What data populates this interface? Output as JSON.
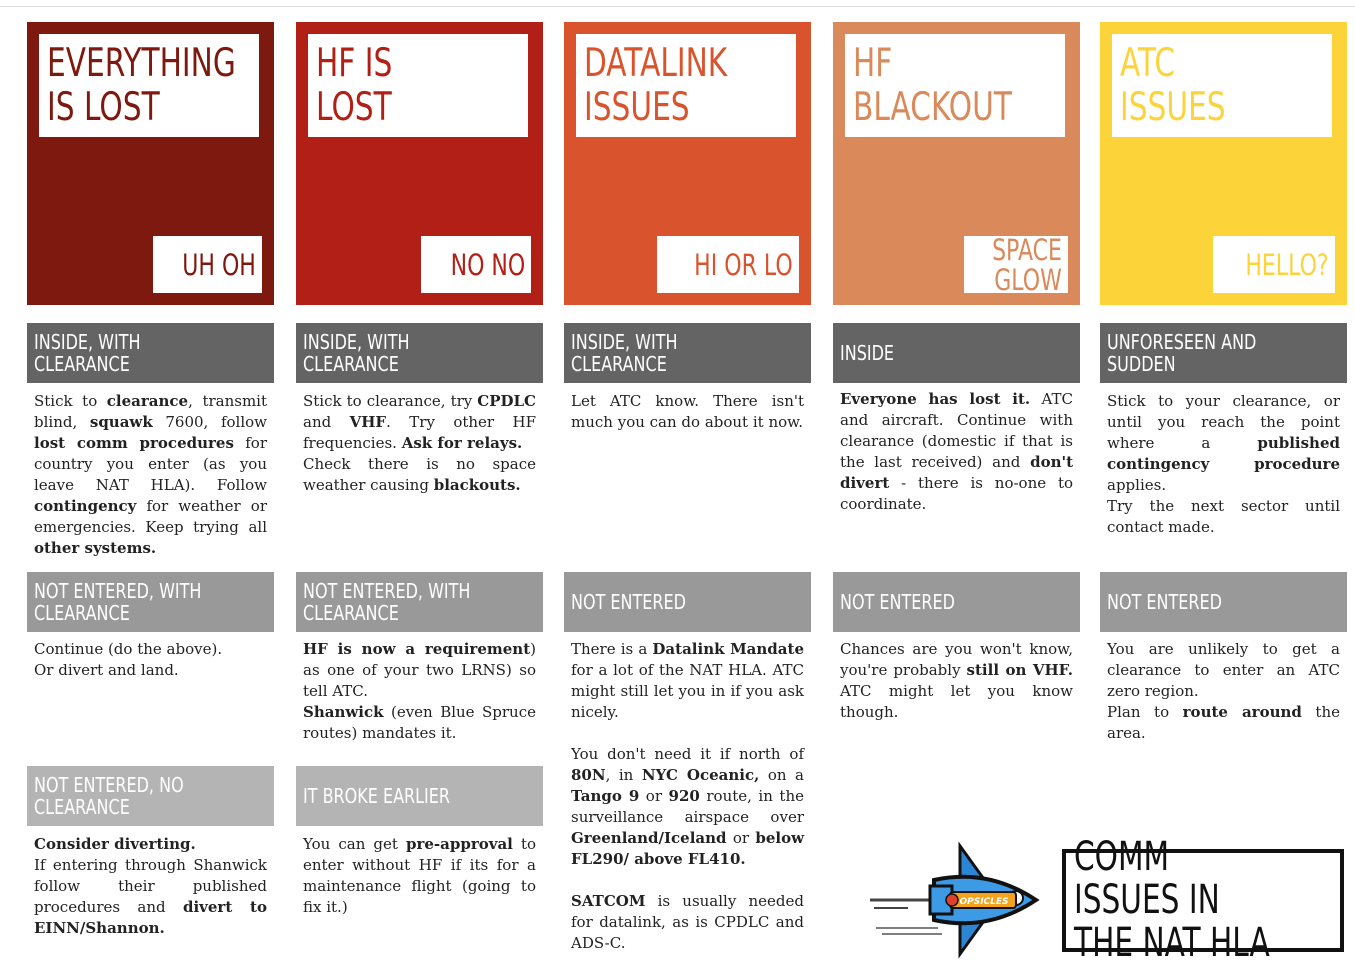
{
  "colors": {
    "everything_lost": "#7e1910",
    "hf_lost": "#b21f17",
    "datalink": "#d9532c",
    "hf_blackout": "#d9895a",
    "atc_issues": "#fdd33a",
    "bar_dark": "#646464",
    "bar_mid": "#999999",
    "bar_light": "#b4b4b4"
  },
  "columns": [
    {
      "title": "EVERYTHING\nIS LOST",
      "tag": "UH OH",
      "section1": {
        "heading": "INSIDE, WITH CLEARANCE",
        "runs": [
          {
            "t": "Stick to ",
            "b": false
          },
          {
            "t": "clearance",
            "b": true
          },
          {
            "t": ", transmit blind, ",
            "b": false
          },
          {
            "t": "squawk",
            "b": true
          },
          {
            "t": " 7600, follow ",
            "b": false
          },
          {
            "t": "lost comm procedures",
            "b": true
          },
          {
            "t": " for country you enter (as you leave NAT HLA). Follow ",
            "b": false
          },
          {
            "t": "contingency",
            "b": true
          },
          {
            "t": " for weather or emergencies. Keep trying all ",
            "b": false
          },
          {
            "t": "other systems.",
            "b": true
          }
        ]
      },
      "section2": {
        "heading": "NOT ENTERED, WITH\nCLEARANCE",
        "runs": [
          {
            "t": "Continue (do the above).",
            "b": false,
            "br": true
          },
          {
            "t": "Or divert and land.",
            "b": false
          }
        ]
      },
      "section3": {
        "heading": "NOT ENTERED, NO\nCLEARANCE",
        "runs": [
          {
            "t": "Consider diverting.",
            "b": true,
            "br": true
          },
          {
            "t": "If entering through Shanwick follow their published procedures and ",
            "b": false
          },
          {
            "t": "divert to EINN/Shannon.",
            "b": true
          }
        ]
      }
    },
    {
      "title": "HF IS LOST",
      "tag": "NO NO",
      "section1": {
        "heading": "INSIDE, WITH CLEARANCE",
        "runs": [
          {
            "t": "Stick to clearance, try ",
            "b": false
          },
          {
            "t": "CPDLC",
            "b": true
          },
          {
            "t": " and ",
            "b": false
          },
          {
            "t": "VHF",
            "b": true
          },
          {
            "t": ". Try other HF frequencies. ",
            "b": false
          },
          {
            "t": "Ask for relays.",
            "b": true,
            "br": true
          },
          {
            "t": "Check there is no space weather causing ",
            "b": false
          },
          {
            "t": "blackouts.",
            "b": true
          }
        ]
      },
      "section2": {
        "heading": "NOT ENTERED, WITH\nCLEARANCE",
        "runs": [
          {
            "t": "HF is now a requirement",
            "b": true
          },
          {
            "t": ") as one of your two LRNS) so tell ATC.",
            "b": false,
            "br": true
          },
          {
            "t": "Shanwick",
            "b": true
          },
          {
            "t": " (even Blue Spruce routes) mandates it.",
            "b": false
          }
        ]
      },
      "section3": {
        "heading": "IT BROKE EARLIER",
        "runs": [
          {
            "t": "You can get ",
            "b": false
          },
          {
            "t": "pre-approval",
            "b": true
          },
          {
            "t": " to enter without HF if its for a maintenance flight (going to fix it.)",
            "b": false
          }
        ]
      }
    },
    {
      "title": "DATALINK\nISSUES",
      "tag": "HI OR LO",
      "section1": {
        "heading": "INSIDE, WITH CLEARANCE",
        "runs": [
          {
            "t": "Let ATC know. There isn't much you can do about it now.",
            "b": false
          }
        ]
      },
      "section2": {
        "heading": "NOT ENTERED",
        "runs": [
          {
            "t": "There is a ",
            "b": false
          },
          {
            "t": "Datalink Mandate",
            "b": true
          },
          {
            "t": " for a lot of the NAT HLA. ATC might still let you in if you ask nicely.",
            "b": false,
            "gap": true
          },
          {
            "t": "You don't need it if north of ",
            "b": false
          },
          {
            "t": "80N",
            "b": true
          },
          {
            "t": ", in ",
            "b": false
          },
          {
            "t": "NYC Oceanic,",
            "b": true
          },
          {
            "t": " on a ",
            "b": false
          },
          {
            "t": "Tango 9",
            "b": true
          },
          {
            "t": " or ",
            "b": false
          },
          {
            "t": "920",
            "b": true
          },
          {
            "t": " route, in the surveillance airspace over ",
            "b": false
          },
          {
            "t": "Greenland/Iceland",
            "b": true
          },
          {
            "t": " or ",
            "b": false
          },
          {
            "t": "below FL290/ above FL410.",
            "b": true,
            "gap": true
          },
          {
            "t": "SATCOM",
            "b": true
          },
          {
            "t": " is usually needed for datalink, as is CPDLC and ADS-C.",
            "b": false
          }
        ]
      }
    },
    {
      "title": "HF\nBLACKOUT",
      "tag": "SPACE\nGLOW",
      "section1": {
        "heading": "INSIDE",
        "runs": [
          {
            "t": "Everyone has lost it.",
            "b": true
          },
          {
            "t": " ATC and aircraft. Continue with clearance (domestic if that is the last received) and ",
            "b": false
          },
          {
            "t": "don't divert",
            "b": true
          },
          {
            "t": " - there is no-one to coordinate.",
            "b": false
          }
        ]
      },
      "section2": {
        "heading": "NOT ENTERED",
        "runs": [
          {
            "t": "Chances are you won't know, you're probably ",
            "b": false
          },
          {
            "t": "still on VHF.",
            "b": true
          },
          {
            "t": " ATC might let you know though.",
            "b": false
          }
        ]
      }
    },
    {
      "title": "ATC ISSUES",
      "tag": "HELLO?",
      "section1": {
        "heading": "UNFORESEEN AND SUDDEN",
        "runs": [
          {
            "t": "Stick to your clearance, or until you reach the point where a ",
            "b": false
          },
          {
            "t": "published contingency procedure",
            "b": true
          },
          {
            "t": " applies.",
            "b": false,
            "br": true
          },
          {
            "t": "Try the next sector until contact made.",
            "b": false
          }
        ]
      },
      "section2": {
        "heading": "NOT ENTERED",
        "runs": [
          {
            "t": "You are unlikely to get a clearance to enter an ATC zero region.",
            "b": false,
            "br": true
          },
          {
            "t": "Plan to ",
            "b": false
          },
          {
            "t": "route around",
            "b": true
          },
          {
            "t": " the area.",
            "b": false
          }
        ]
      }
    }
  ],
  "footer_title": "COMM ISSUES IN\nTHE NAT HLA",
  "logo": {
    "icon": "rocket-icon",
    "badge": "OPSICLES"
  }
}
